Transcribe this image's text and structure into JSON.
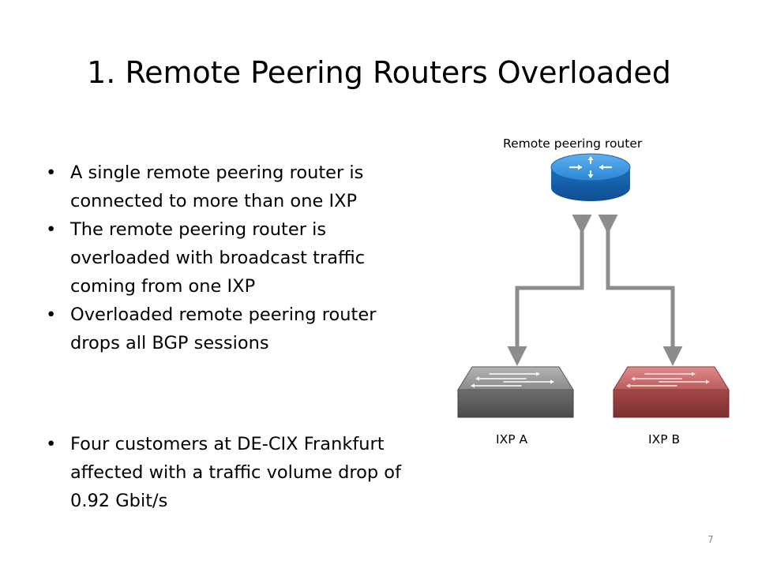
{
  "slide": {
    "title": "1. Remote Peering Routers Overloaded",
    "bullets": [
      "A single remote peering router is connected to more than one IXP",
      "The remote peering router is overloaded with broadcast traffic coming from one IXP",
      "Overloaded remote peering router drops all BGP sessions"
    ],
    "bullets_after_gap": [
      "Four customers at DE-CIX Frankfurt affected with a traffic volume drop of 0.92 Gbit/s"
    ],
    "page_number": "7"
  },
  "diagram": {
    "router_label": "Remote peering router",
    "switch_a_label": "IXP A",
    "switch_b_label": "IXP B",
    "icons": [
      "router-icon",
      "switch-icon",
      "switch-icon"
    ],
    "colors": {
      "router_blue": "#1f78c8",
      "switch_a_gray": "#7f7f7f",
      "switch_b_red": "#b85454",
      "arrow_gray": "#8c8c8c"
    }
  }
}
